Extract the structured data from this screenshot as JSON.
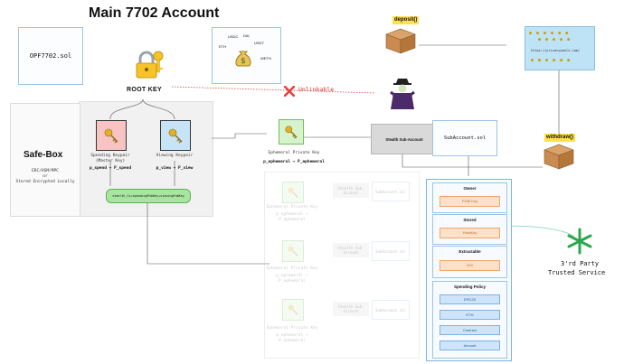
{
  "title": "Main 7702 Account",
  "opf_file": "OPF7702.sol",
  "root_key": "ROOT KEY",
  "tokens": [
    "USDC",
    "DAI",
    "USDT",
    "ETH",
    "WETH"
  ],
  "deposit_label": "deposit()",
  "withdraw_label": "withdraw()",
  "privacy_pool_url": "https://privacypools.com/",
  "unlinkable_label": "Unlinkable",
  "safe_box": {
    "title": "Safe-Box",
    "line1": "ERC/HSM/MPC",
    "line2": "or",
    "line3": "Stored Encrypted Locally"
  },
  "spending_keypair": {
    "label1": "Spending Keypair",
    "label2": "(Master Key)",
    "formula": "p_spend → P_spend"
  },
  "viewing_keypair": {
    "label1": "Viewing Keypair",
    "formula": "p_view → P_view"
  },
  "stealth_formula": "stealth_Cx=spendingPubKey+viewingPubKey",
  "ephemeral": {
    "label": "Ephemeral Private Key",
    "formula": "p_ephemeral → P_ephemeral"
  },
  "stealth_subaccount": "Stealth Sub-Account",
  "subaccount_file": "SubAccount.sol",
  "faded_rows": [
    {
      "label": "Ephemeral Private Key",
      "formula": "p_ephemeral → P_ephemeral",
      "sub": "Stealth Sub-Account",
      "file": "SubAccount.sol"
    },
    {
      "label": "Ephemeral Private Key",
      "formula": "p_ephemeral → P_ephemeral",
      "sub": "Stealth Sub-Account",
      "file": "SubAccount.sol"
    },
    {
      "label": "Ephemeral Private Key",
      "formula": "p_ephemeral → P_ephemeral",
      "sub": "Stealth Sub-Account",
      "file": "SubAccount.sol"
    }
  ],
  "panel": {
    "owner_title": "Owner",
    "owner_value": "P256 Key",
    "stored_title": "Stored",
    "stored_value": "PassKey",
    "extractable_title": "Extractable",
    "extractable_value": "NO!",
    "policy_title": "Spending Policy",
    "policy_items": [
      "ERC20",
      "ETH",
      "Contract",
      "Amount"
    ]
  },
  "third_party": {
    "line1": "3'rd Party",
    "line2": "Trusted Service"
  },
  "colors": {
    "spend": "#f7c3c3",
    "view": "#c6e3f7",
    "ephemeral": "#d6f3cc",
    "formula_pill": "#a8e6a0",
    "unlinkable": "#e83c3c",
    "star": "#2aa84a"
  }
}
